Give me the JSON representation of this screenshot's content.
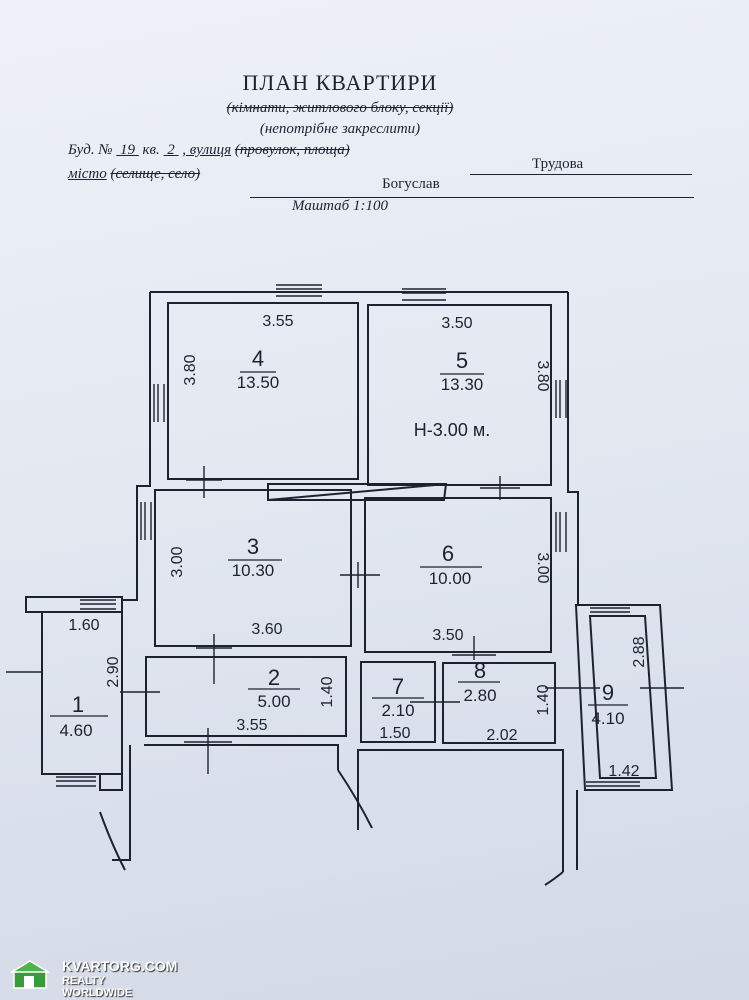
{
  "header": {
    "title": "ПЛАН КВАРТИРИ",
    "subtitle_struck": "(кімнати, житлового блоку, секції)",
    "subtitle_note": "(непотрібне закреслити)",
    "building_label": "Буд. №",
    "building_number": "19",
    "apt_label": "кв.",
    "apt_number": "2",
    "street_label": ", вулиця",
    "street_struck": "(провулок, площа)",
    "street_value": "Трудова",
    "city_label": "місто",
    "city_struck": "(селище, село)",
    "city_value": "Богуслав",
    "scale": "Маштаб 1:100"
  },
  "plan": {
    "height_note": "Н-3.00 м.",
    "rooms": [
      {
        "num": "1",
        "area": "4.60"
      },
      {
        "num": "2",
        "area": "5.00"
      },
      {
        "num": "3",
        "area": "10.30"
      },
      {
        "num": "4",
        "area": "13.50"
      },
      {
        "num": "5",
        "area": "13.30"
      },
      {
        "num": "6",
        "area": "10.00"
      },
      {
        "num": "7",
        "area": "2.10"
      },
      {
        "num": "8",
        "area": "2.80"
      },
      {
        "num": "9",
        "area": "4.10"
      }
    ],
    "dims": {
      "r4_w": "3.55",
      "r4_h": "3.80",
      "r5_w": "3.50",
      "r5_h": "3.80",
      "r3_w": "3.60",
      "r3_h": "3.00",
      "r6_w": "3.50",
      "r6_h": "3.00",
      "r1_w": "1.60",
      "r1_h": "2.90",
      "r2_w": "3.55",
      "r2_h": "1.40",
      "r7_w": "1.50",
      "r8_w": "2.02",
      "r8_h": "1.40",
      "r9_w": "1.42",
      "r9_h": "2.88"
    }
  },
  "watermark": {
    "brand": "KVARTORG.COM",
    "tagline": "REALTY WORLDWIDE"
  }
}
